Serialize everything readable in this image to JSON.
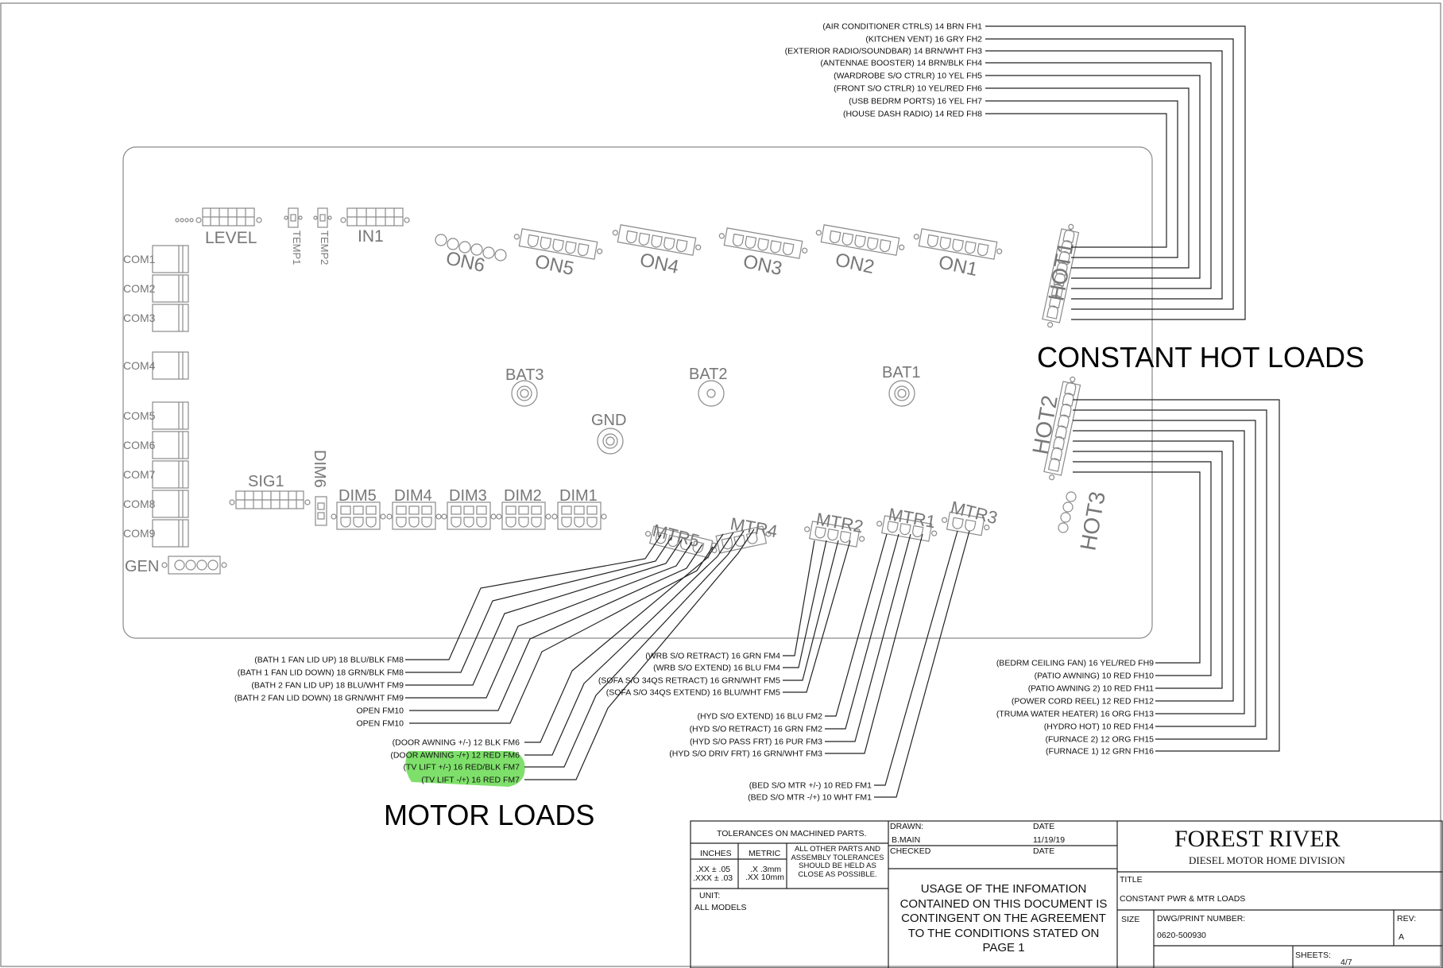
{
  "board": {
    "connectors": {
      "level": "LEVEL",
      "temp1": "TEMP1",
      "temp2": "TEMP2",
      "in1": "IN1",
      "on6": "ON6",
      "on5": "ON5",
      "on4": "ON4",
      "on3": "ON3",
      "on2": "ON2",
      "on1": "ON1",
      "hot1": "HOT1",
      "hot2": "HOT2",
      "hot3": "HOT3",
      "bat3": "BAT3",
      "bat2": "BAT2",
      "bat1": "BAT1",
      "gnd": "GND",
      "sig1": "SIG1",
      "dim6": "DIM6",
      "dim5": "DIM5",
      "dim4": "DIM4",
      "dim3": "DIM3",
      "dim2": "DIM2",
      "dim1": "DIM1",
      "mtr5": "MTR5",
      "mtr4": "MTR4",
      "mtr2": "MTR2",
      "mtr1": "MTR1",
      "mtr3": "MTR3",
      "gen": "GEN"
    },
    "com_ports": [
      "COM1",
      "COM2",
      "COM3",
      "COM4",
      "COM5",
      "COM6",
      "COM7",
      "COM8",
      "COM9"
    ]
  },
  "sections": {
    "constant_hot_loads": "CONSTANT HOT LOADS",
    "motor_loads": "MOTOR LOADS"
  },
  "hot1_loads": [
    "(AIR CONDITIONER CTRLS) 14 BRN  FH1",
    "(KITCHEN VENT) 16 GRY  FH2",
    "(EXTERIOR RADIO/SOUNDBAR) 14 BRN/WHT  FH3",
    "(ANTENNAE BOOSTER) 14 BRN/BLK  FH4",
    "(WARDROBE S/O CTRLR) 10 YEL  FH5",
    "(FRONT S/O CTRLR) 10 YEL/RED  FH6",
    "(USB BEDRM PORTS) 16 YEL  FH7",
    "(HOUSE DASH RADIO) 14 RED  FH8"
  ],
  "hot2_loads": [
    "(BEDRM CEILING FAN) 16 YEL/RED   FH9",
    "(PATIO AWNING) 10 RED  FH10",
    "(PATIO AWNING 2) 10 RED  FH11",
    "(POWER CORD REEL) 12 RED  FH12",
    "(TRUMA WATER HEATER) 16 ORG  FH13",
    "(HYDRO HOT) 10 RED  FH14",
    "(FURNACE 2) 12 ORG  FH15",
    "(FURNACE 1) 12 GRN  FH16"
  ],
  "mtr5_4_loads": [
    "(BATH 1 FAN LID UP) 18 BLU/BLK  FM8",
    "(BATH 1 FAN LID DOWN) 18 GRN/BLK  FM8",
    "(BATH 2 FAN LID UP) 18 BLU/WHT  FM9",
    "(BATH 2 FAN LID DOWN) 18 GRN/WHT  FM9",
    "OPEN  FM10",
    "OPEN  FM10",
    "(DOOR AWNING +/-) 12 BLK  FM6",
    "(DOOR AWNING -/+) 12 RED  FM6",
    "(TV LIFT +/-) 16 RED/BLK  FM7",
    "(TV LIFT -/+) 16 RED  FM7"
  ],
  "mtr2_loads": [
    "(WRB S/O RETRACT) 16 GRN  FM4",
    "(WRB S/O EXTEND) 16 BLU  FM4",
    "(SOFA S/O 34QS RETRACT) 16 GRN/WHT  FM5",
    "(SOFA S/O 34QS EXTEND) 16 BLU/WHT  FM5"
  ],
  "mtr1_loads": [
    "(HYD S/O EXTEND) 16 BLU  FM2",
    "(HYD S/O RETRACT) 16 GRN  FM2",
    "(HYD S/O PASS FRT) 16 PUR  FM3",
    "(HYD S/O DRIV FRT) 16 GRN/WHT  FM3"
  ],
  "mtr3_loads": [
    "(BED S/O MTR +/-) 10 RED  FM1",
    "(BED S/O MTR -/+) 10 WHT  FM1"
  ],
  "highlight_color": "#7ee06a",
  "title_block": {
    "tolerances_header": "TOLERANCES ON MACHINED PARTS.",
    "inches_label": "INCHES",
    "metric_label": "METRIC",
    "inches_tol_1": ".XX ±  .05",
    "inches_tol_2": ".XXX ±  .03",
    "metric_tol_1": ".X  .3mm",
    "metric_tol_2": ".XX 10mm",
    "other_parts_note": "ALL OTHER PARTS AND ASSEMBLY TOLERANCES SHOULD BE HELD AS CLOSE AS POSSIBLE.",
    "unit_label": "UNIT:",
    "unit_value": "ALL MODELS",
    "drawn_label": "DRAWN:",
    "drawn_value": "B.MAIN",
    "date_label": "DATE",
    "date_value": "11/19/19",
    "checked_label": "CHECKED",
    "checked_date_label": "DATE",
    "usage_notice": "USAGE OF THE INFOMATION CONTAINED ON THIS DOCUMENT IS CONTINGENT ON THE AGREEMENT TO THE CONDITIONS STATED ON PAGE 1",
    "company": "FOREST RIVER",
    "division": "DIESEL MOTOR HOME DIVISION",
    "title_label": "TITLE",
    "title_value": "CONSTANT PWR & MTR LOADS",
    "size_label": "SIZE",
    "dwg_label": "DWG/PRINT NUMBER:",
    "dwg_value": "0620-500930",
    "rev_label": "REV:",
    "rev_value": "A",
    "sheets_label": "SHEETS:",
    "sheets_value": "4/7"
  }
}
